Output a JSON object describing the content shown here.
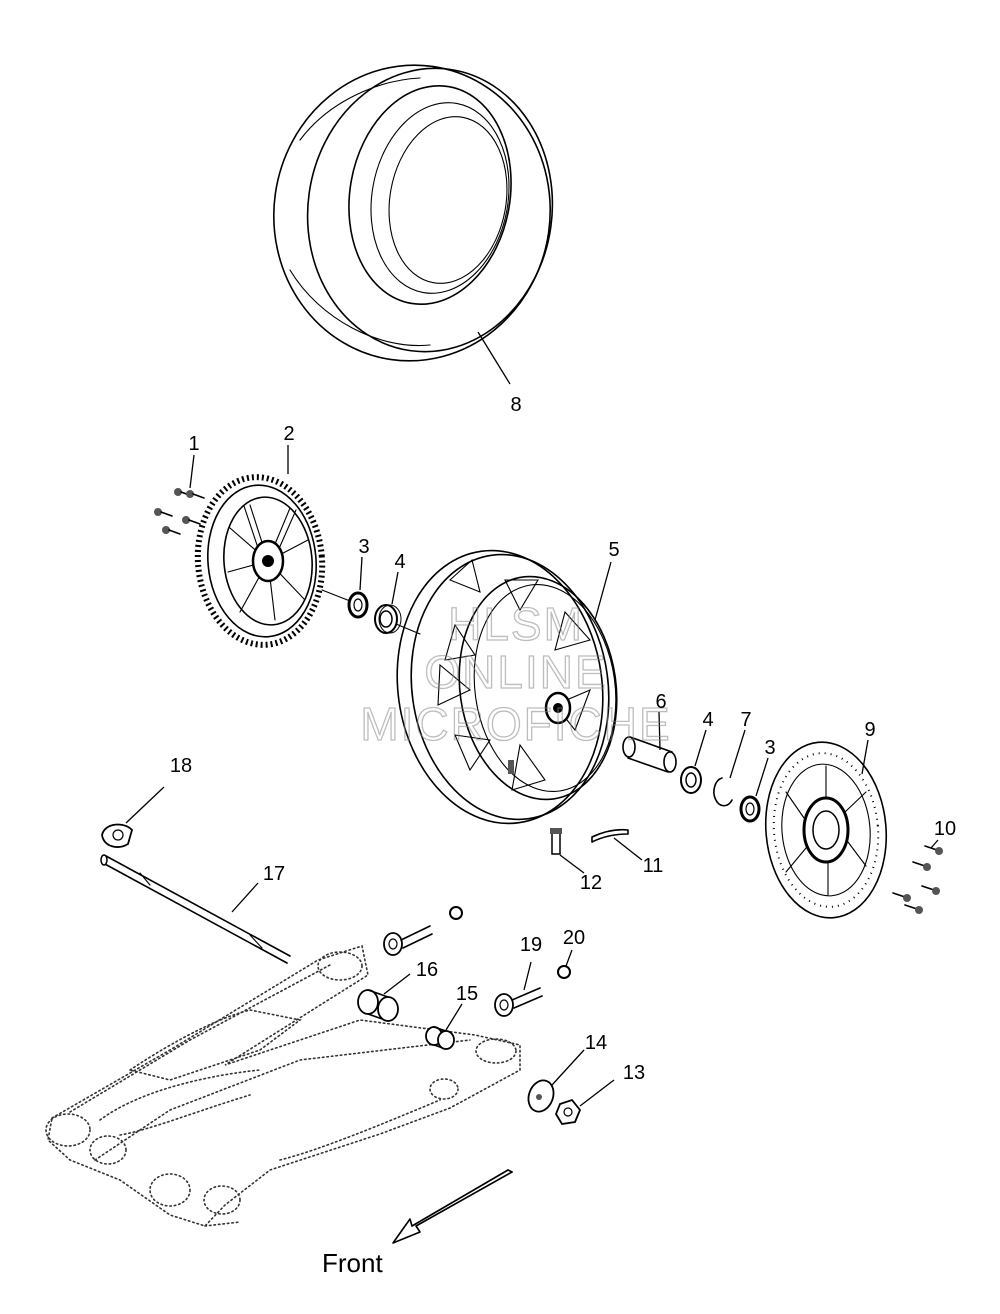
{
  "watermark": {
    "line1": "HLSM",
    "line2": "ONLINE",
    "line3": "MICROFICHE"
  },
  "direction": {
    "label": "Front"
  },
  "callouts": {
    "c1": "1",
    "c2": "2",
    "c3a": "3",
    "c4a": "4",
    "c5": "5",
    "c6": "6",
    "c4b": "4",
    "c7": "7",
    "c3b": "3",
    "c8": "8",
    "c9": "9",
    "c10": "10",
    "c11": "11",
    "c12": "12",
    "c13": "13",
    "c14": "14",
    "c15": "15",
    "c16": "16",
    "c17": "17",
    "c18": "18",
    "c19": "19",
    "c20": "20"
  }
}
